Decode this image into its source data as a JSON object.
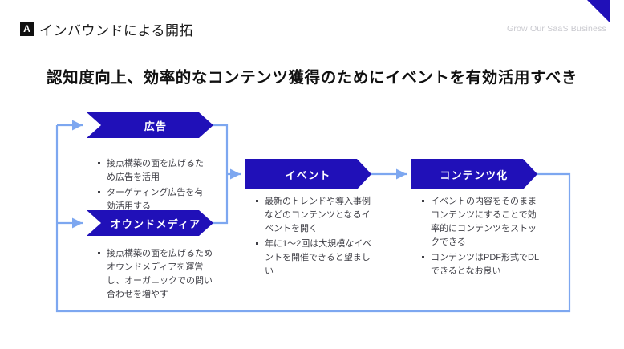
{
  "header": {
    "logo_letter": "A",
    "title": "インバウンドによる開拓",
    "brand_tag": "Grow Our SaaS Business"
  },
  "headline": "認知度向上、効率的なコンテンツ獲得のためにイベントを有効活用すべき",
  "colors": {
    "box_blue": "#2010b8",
    "connector_blue": "#7da7f0",
    "text_dark": "#3f3f46",
    "brand_gray": "#c9c9cf"
  },
  "diagram": {
    "stages": [
      {
        "id": "ad",
        "label": "広告",
        "bullets": [
          "接点構築の面を広げるため広告を活用",
          "ターゲティング広告を有効活用する"
        ]
      },
      {
        "id": "owned",
        "label": "オウンドメディア",
        "bullets": [
          "接点構築の面を広げるためオウンドメディアを運営し、オーガニックでの問い合わせを増やす"
        ]
      },
      {
        "id": "event",
        "label": "イベント",
        "bullets": [
          "最新のトレンドや導入事例などのコンテンツとなるイベントを開く",
          "年に1〜2回は大規模なイベントを開催できると望ましい"
        ]
      },
      {
        "id": "content",
        "label": "コンテンツ化",
        "bullets": [
          "イベントの内容をそのままコンテンツにすることで効率的にコンテンツをストックできる",
          "コンテンツはPDF形式でDLできるとなお良い"
        ]
      }
    ]
  }
}
